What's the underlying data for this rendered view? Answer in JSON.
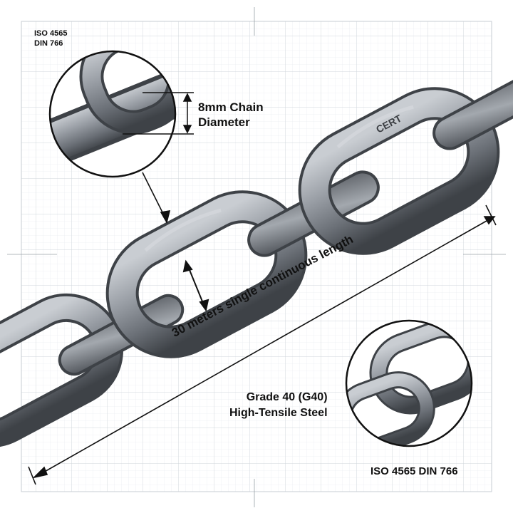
{
  "standards_top": {
    "line1": "ISO 4565",
    "line2": "DIN 766"
  },
  "diameter_label": {
    "line1": "8mm Chain",
    "line2": "Diameter"
  },
  "length_label": "30 meters single continuous length",
  "grade_label": {
    "line1": "Grade 40 (G40)",
    "line2": "High-Tensile Steel"
  },
  "standards_bottom": "ISO 4565  DIN 766",
  "link_stamp": "CERT",
  "colors": {
    "background": "#ffffff",
    "grid": "#d8dde3",
    "steel_dark": "#4a4e54",
    "steel_mid": "#8a8f96",
    "steel_light": "#c4c8cd",
    "annotation": "#111111"
  }
}
